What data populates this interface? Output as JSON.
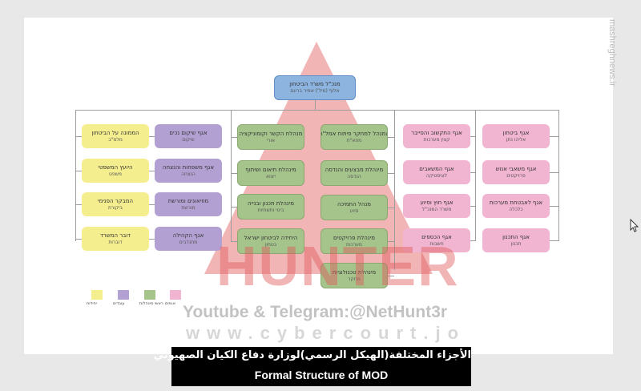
{
  "watermark": {
    "brand": "HUNTER",
    "line1": "Youtube & Telegram:@NetHunt3r",
    "line2": "www.cybercourt.jo",
    "site": "mashreghnews.ir",
    "triangle_color": "#e8787a"
  },
  "org_chart": {
    "root": {
      "title": "מנכ\"ל משרד הביטחון",
      "subtitle": "אלוף (מיל') אמיר ברעם"
    },
    "columns": [
      {
        "color": "#f1b4d1",
        "items": [
          {
            "title": "אגף ביטחון",
            "subtitle": "אליהו נתן"
          },
          {
            "title": "אגף משאבי אנוש",
            "subtitle": "פרויקטים"
          },
          {
            "title": "אגף לאבטחת מערכות",
            "subtitle": "כלכלה"
          },
          {
            "title": "אגף התכנון",
            "subtitle": "תכנון"
          }
        ]
      },
      {
        "color": "#f1b4d1",
        "items": [
          {
            "title": "אגף התקשוב והסייבר",
            "subtitle": "קצין מערכות"
          },
          {
            "title": "אגף המשאבים",
            "subtitle": "לוגיסטיקה"
          },
          {
            "title": "אגף חוץ וסיוע",
            "subtitle": "משרד המנכ\"ל"
          },
          {
            "title": "אגף הכספים",
            "subtitle": "חשבות"
          }
        ]
      },
      {
        "color": "#a5c48c",
        "items": [
          {
            "title": "המנהל למחקר פיתוח אמל\"ח",
            "subtitle": "מפא\"ת"
          },
          {
            "title": "מינהלת מבצעים והנדסה",
            "subtitle": "הנדסה"
          },
          {
            "title": "מנהל התמיכה",
            "subtitle": "סיוע"
          },
          {
            "title": "מינהלת פרויקטים",
            "subtitle": "מערכות"
          },
          {
            "title": "מינהלת טכנולוגיות",
            "subtitle": "מחקר"
          }
        ]
      },
      {
        "color": "#a5c48c",
        "items": [
          {
            "title": "מנהלת הקשר וקומוניקציה",
            "subtitle": "אורי"
          },
          {
            "title": "מינהלת תיאום ושיתוף",
            "subtitle": "ייצוא"
          },
          {
            "title": "מינהלת תכנון ובנייה",
            "subtitle": "בינוי ותשתיות"
          },
          {
            "title": "היחידה לביטחון ישראל",
            "subtitle": "בטחון"
          }
        ]
      },
      {
        "color": "#b3a0d3",
        "items": [
          {
            "title": "אגף שיקום נכים",
            "subtitle": "שיקום"
          },
          {
            "title": "אגף משפחות והנצחה",
            "subtitle": "הנצחה"
          },
          {
            "title": "מוזיאונים ומורשת",
            "subtitle": "מורשת"
          },
          {
            "title": "אגף הקהילה",
            "subtitle": "מתנדבים"
          }
        ]
      },
      {
        "color": "#f4ee8e",
        "items": [
          {
            "title": "הממונה על הביטחון",
            "subtitle": "מלמ\"ב"
          },
          {
            "title": "היועץ המשפטי",
            "subtitle": "משפט"
          },
          {
            "title": "המבקר הפנימי",
            "subtitle": "ביקורת"
          },
          {
            "title": "דובר המשרד",
            "subtitle": "דוברות"
          }
        ]
      }
    ],
    "legend": [
      {
        "color": "#f1b4d1",
        "label": "אגפים"
      },
      {
        "color": "#a5c48c",
        "label": "ראשי מינהלות"
      },
      {
        "color": "#b3a0d3",
        "label": "עובדים"
      },
      {
        "color": "#f4ee8e",
        "label": "יחידות"
      }
    ]
  },
  "caption": {
    "arabic": "الأجزاء المختلفة(الهيكل الرسمي)لوزارة دفاع الكيان الصهيوني",
    "english": "Formal Structure of MOD"
  }
}
